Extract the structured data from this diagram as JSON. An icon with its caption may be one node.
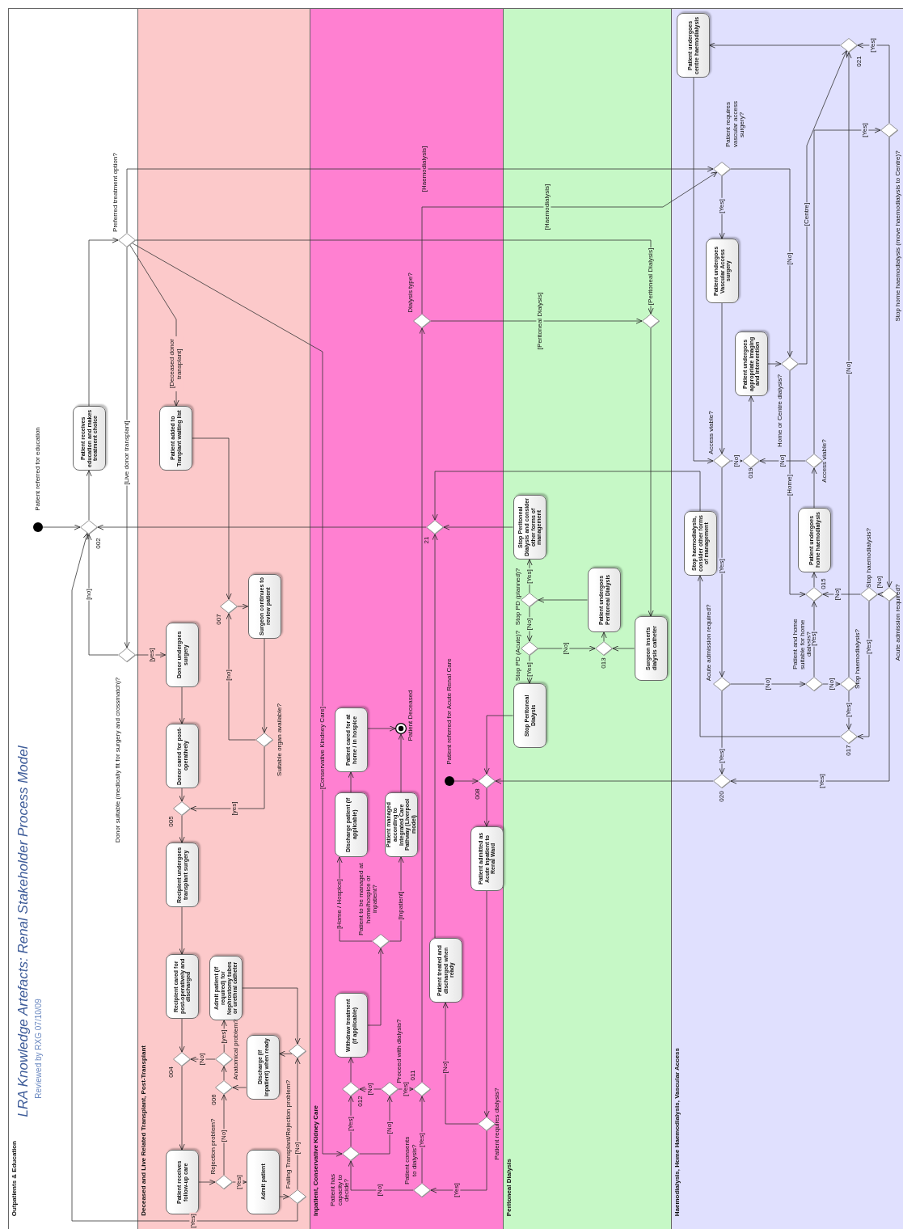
{
  "diagram": {
    "title": "LRA Knowledge Artefacts: Renal Stakeholder Process Model",
    "nodes": [
      {
        "text": [
          "Outpatients & Education"
        ]
      },
      {
        "text": [
          "Deceased and Live Related Transplant, Post-Transplant"
        ]
      },
      {
        "text": [
          "Inpatient, Conservative Kidney Care"
        ]
      },
      {
        "text": [
          "Peritoneal Dialysis"
        ]
      },
      {
        "text": [
          "Haemodialysis, Home Haemodialysis, Vascular Access"
        ]
      },
      {
        "text": [],
        "shape": "circle",
        "in": 0,
        "beside": [
          "Patient referred for education"
        ]
      },
      {
        "text": [],
        "shape": "diamond",
        "in": 0,
        "beside": [
          "002"
        ]
      },
      {
        "text": [
          "Patient receives education and makes treatment choice"
        ],
        "in": 0
      },
      {
        "text": [],
        "shape": "diamond",
        "in": 0,
        "beside": [
          "Preferred treatment option?"
        ]
      },
      {
        "text": [],
        "shape": "diamond",
        "in": 0,
        "beside": [
          "Donor suitable (medically fit for surgery and crossmatch)?"
        ]
      },
      {
        "text": [
          "Patient added to Tranplant waiting list"
        ],
        "in": 1
      },
      {
        "text": [],
        "shape": "diamond",
        "in": 1,
        "beside": [
          "007"
        ]
      },
      {
        "text": [
          "Surgeon continues to review patient"
        ],
        "in": 1
      },
      {
        "text": [
          "Donor undergoes surgery"
        ],
        "in": 1
      },
      {
        "text": [],
        "shape": "diamond",
        "in": 1,
        "beside": [
          "Suitable organ available?"
        ]
      },
      {
        "text": [
          "Donor cared for post-operatively"
        ],
        "in": 1
      },
      {
        "text": [],
        "shape": "diamond",
        "in": 1,
        "beside": [
          "005"
        ]
      },
      {
        "text": [
          "Recipient undergoes transplant surgery"
        ],
        "in": 1
      },
      {
        "text": [
          "Recipient cared for post-operatively and discharged"
        ],
        "in": 1
      },
      {
        "text": [
          "Admit patient (if required) for Nephrostomy tubes or urethral catheter"
        ],
        "in": 1
      },
      {
        "text": [],
        "shape": "diamond",
        "in": 1,
        "beside": [
          "004"
        ]
      },
      {
        "text": [],
        "shape": "diamond",
        "in": 1,
        "beside": [
          "Anatomical problem?"
        ]
      },
      {
        "text": [],
        "shape": "diamond",
        "in": 1,
        "beside": [
          "006"
        ]
      },
      {
        "text": [
          "Discharge (if inpatient) when ready"
        ],
        "in": 1
      },
      {
        "text": [],
        "shape": "diamond",
        "in": 1
      },
      {
        "text": [
          "Patient receives follow-up care"
        ],
        "in": 1
      },
      {
        "text": [],
        "shape": "diamond",
        "in": 1,
        "beside": [
          "Rejection problem?"
        ]
      },
      {
        "text": [
          "Admit patient"
        ],
        "in": 1
      },
      {
        "text": [],
        "shape": "diamond",
        "in": 1,
        "beside": [
          "Failing Transplant/Rejection problem?"
        ]
      },
      {
        "text": [
          "Patient cared for at home / in hospice"
        ],
        "in": 2
      },
      {
        "text": [],
        "shape": "bullseye",
        "in": 2,
        "beside": [
          "Patient Deceased"
        ]
      },
      {
        "text": [],
        "shape": "diamond",
        "in": 2,
        "beside": [
          "Dialysis type?"
        ]
      },
      {
        "text": [],
        "shape": "diamond",
        "in": 2,
        "beside": [
          "21"
        ]
      },
      {
        "text": [],
        "shape": "circle",
        "in": 2,
        "beside": [
          "Patient referred for Acute Renal Care"
        ]
      },
      {
        "text": [],
        "shape": "diamond",
        "in": 2,
        "beside": [
          "008"
        ]
      },
      {
        "text": [
          "Discharge patient (if applicable)"
        ],
        "in": 2
      },
      {
        "text": [
          "Patient managed according to Integrated Care Pathway (Liverpool model)"
        ],
        "in": 2
      },
      {
        "text": [
          "Patient admitted as Acute Inpatient to Renal Ward"
        ],
        "in": 2
      },
      {
        "text": [],
        "shape": "diamond",
        "in": 2,
        "beside": [
          "Patient to be managed at home/hospice or inpatient?"
        ]
      },
      {
        "text": [
          "Withdraw treatment (if applicable)"
        ],
        "in": 2
      },
      {
        "text": [
          "Patient treated and discharged when ready"
        ],
        "in": 2
      },
      {
        "text": [],
        "shape": "diamond",
        "in": 2,
        "beside": [
          "012"
        ]
      },
      {
        "text": [],
        "shape": "diamond",
        "in": 2,
        "beside": [
          "Proceed with dialysis?"
        ]
      },
      {
        "text": [],
        "shape": "diamond",
        "in": 2,
        "beside": [
          "011"
        ]
      },
      {
        "text": [],
        "shape": "diamond",
        "in": 2,
        "beside": [
          "Patient requires dialysis?"
        ]
      },
      {
        "text": [],
        "shape": "diamond",
        "in": 2,
        "beside": [
          "Patient has capacity to decide?"
        ]
      },
      {
        "text": [],
        "shape": "diamond",
        "in": 2,
        "beside": [
          "Patient consents to dialysis?"
        ]
      },
      {
        "text": [
          "Stop Peritoneal Dialysis and consider other forms of management"
        ],
        "in": 3
      },
      {
        "text": [],
        "shape": "diamond",
        "in": 3,
        "beside": [
          "Stop PD (planned)?"
        ]
      },
      {
        "text": [
          "Patient undergoes Peritoneal Dialysis"
        ],
        "in": 3
      },
      {
        "text": [],
        "shape": "diamond",
        "in": 3,
        "beside": [
          "Stop PD (Acute)?"
        ]
      },
      {
        "text": [],
        "shape": "diamond",
        "in": 3,
        "beside": [
          "013"
        ]
      },
      {
        "text": [
          "Stop Peritoneal Dialysis"
        ],
        "in": 3
      },
      {
        "text": [],
        "shape": "diamond",
        "in": 3
      },
      {
        "text": [
          "Surgeon inserts dialysis catheter"
        ],
        "in": 3
      },
      {
        "text": [
          "Patient undergoes centre haemodialysis"
        ],
        "in": 4
      },
      {
        "text": [],
        "shape": "diamond",
        "in": 4,
        "beside": [
          "021"
        ]
      },
      {
        "text": [],
        "shape": "diamond",
        "in": 4,
        "beside": [
          "Patient requires vascular access surgery?"
        ]
      },
      {
        "text": [],
        "shape": "diamond",
        "in": 4,
        "beside": [
          "Stop home haemodialysis (move haemodialysis to Centre)?"
        ]
      },
      {
        "text": [
          "Patient undergoes Vascular Access surgery"
        ],
        "in": 4
      },
      {
        "text": [
          "Patient undergoes appropriate imaging and intervention"
        ],
        "in": 4
      },
      {
        "text": [],
        "shape": "diamond",
        "in": 4,
        "beside": [
          "Home or Centre dialysis?"
        ]
      },
      {
        "text": [],
        "shape": "diamond",
        "in": 4,
        "beside": [
          "Access viable?"
        ]
      },
      {
        "text": [],
        "shape": "diamond",
        "in": 4,
        "beside": [
          "019"
        ]
      },
      {
        "text": [],
        "shape": "diamond",
        "in": 4,
        "beside": [
          "Access viable?"
        ]
      },
      {
        "text": [
          "Stop haemodialysis, consider other forms of management"
        ],
        "in": 4
      },
      {
        "text": [
          "Patient undergoes home haemodialysis"
        ],
        "in": 4
      },
      {
        "text": [],
        "shape": "diamond",
        "in": 4,
        "beside": [
          "015"
        ]
      },
      {
        "text": [],
        "shape": "diamond",
        "in": 4,
        "beside": [
          "Stop haemodialysis?"
        ]
      },
      {
        "text": [],
        "shape": "diamond",
        "in": 4,
        "beside": [
          "Acute admission required?"
        ]
      },
      {
        "text": [],
        "shape": "diamond",
        "in": 4,
        "beside": [
          "Acute admission required?"
        ]
      },
      {
        "text": [],
        "shape": "diamond",
        "in": 4,
        "beside": [
          "Patient and home suitable for home dialysis?"
        ]
      },
      {
        "text": [],
        "shape": "diamond",
        "in": 4,
        "beside": [
          "Stop haemodialysis?"
        ]
      },
      {
        "text": [],
        "shape": "diamond",
        "in": 4,
        "beside": [
          "017"
        ]
      },
      {
        "text": [],
        "shape": "diamond",
        "in": 4,
        "beside": [
          "020"
        ]
      }
    ],
    "edges": [
      {
        "from": 5,
        "to": 6,
        "arrow": "to"
      },
      {
        "from": 6,
        "to": 7,
        "arrow": "to"
      },
      {
        "from": 7,
        "to": 8,
        "arrow": "to"
      },
      {
        "from": 8,
        "to": 9,
        "arrow": "to",
        "label": "[Live donor transplant]"
      },
      {
        "from": 8,
        "to": 10,
        "arrow": "to",
        "label": "[Deceased donor transplant]"
      },
      {
        "from": 8,
        "to": 45,
        "arrow": "to",
        "label": "[Conservative Kindney Care]"
      },
      {
        "from": 8,
        "to": 57,
        "arrow": "to",
        "label": "[Haemodialysis]"
      },
      {
        "from": 8,
        "to": 53,
        "arrow": "to",
        "label": "[Peritoneal Dialysis]"
      },
      {
        "from": 9,
        "to": 13,
        "arrow": "to",
        "label": "[yes]"
      },
      {
        "from": 9,
        "to": 6,
        "arrow": "to",
        "label": "[no]"
      },
      {
        "from": 10,
        "to": 11,
        "arrow": "to"
      },
      {
        "from": 11,
        "to": 12,
        "arrow": "to"
      },
      {
        "from": 12,
        "to": 14,
        "arrow": "to"
      },
      {
        "from": 14,
        "to": 11,
        "arrow": "to",
        "label": "[no]"
      },
      {
        "from": 14,
        "to": 16,
        "arrow": "to",
        "label": "[yes]"
      },
      {
        "from": 13,
        "to": 15,
        "arrow": "to"
      },
      {
        "from": 15,
        "to": 16,
        "arrow": "to"
      },
      {
        "from": 16,
        "to": 17,
        "arrow": "to"
      },
      {
        "from": 17,
        "to": 18,
        "arrow": "to"
      },
      {
        "from": 18,
        "to": 20,
        "arrow": "to"
      },
      {
        "from": 20,
        "to": 25,
        "arrow": "to"
      },
      {
        "from": 25,
        "to": 26,
        "arrow": "to"
      },
      {
        "from": 26,
        "to": 27,
        "arrow": "to",
        "label": "[Yes]"
      },
      {
        "from": 26,
        "to": 22,
        "arrow": "to",
        "label": "[No]"
      },
      {
        "from": 27,
        "to": 28,
        "arrow": "to"
      },
      {
        "from": 28,
        "to": 24,
        "arrow": "to",
        "label": "[No]"
      },
      {
        "from": 28,
        "to": 6,
        "arrow": "to",
        "label": "[Yes]"
      },
      {
        "from": 24,
        "to": 23,
        "arrow": "to"
      },
      {
        "from": 19,
        "to": 24,
        "arrow": "to"
      },
      {
        "from": 23,
        "to": 22,
        "arrow": "to"
      },
      {
        "from": 22,
        "to": 21,
        "arrow": "to"
      },
      {
        "from": 21,
        "to": 19,
        "arrow": "to",
        "label": "[yes]"
      },
      {
        "from": 21,
        "to": 20,
        "arrow": "to",
        "label": "[No]"
      },
      {
        "from": 44,
        "to": 46,
        "arrow": "to",
        "label": "[Yes]"
      },
      {
        "from": 44,
        "to": 40,
        "arrow": "to",
        "label": "[No]"
      },
      {
        "from": 37,
        "to": 44,
        "arrow": "to"
      },
      {
        "from": 34,
        "to": 37,
        "arrow": "to"
      },
      {
        "from": 33,
        "to": 34,
        "arrow": "to"
      },
      {
        "from": 52,
        "to": 34,
        "arrow": "to"
      },
      {
        "from": 46,
        "to": 43,
        "arrow": "to",
        "label": "[Yes]"
      },
      {
        "from": 46,
        "to": 45,
        "arrow": "to",
        "label": "[No]"
      },
      {
        "from": 45,
        "to": 41,
        "arrow": "to",
        "label": "[Yes]"
      },
      {
        "from": 45,
        "to": 42,
        "arrow": "to",
        "label": "[No]"
      },
      {
        "from": 42,
        "to": 41,
        "arrow": "to",
        "label": "[No]"
      },
      {
        "from": 42,
        "to": 43,
        "arrow": "to",
        "label": "[Yes]"
      },
      {
        "from": 43,
        "to": 31,
        "arrow": "to"
      },
      {
        "from": 41,
        "to": 39,
        "arrow": "to"
      },
      {
        "from": 39,
        "to": 38,
        "arrow": "to"
      },
      {
        "from": 38,
        "to": 35,
        "arrow": "to",
        "label": "[Home / Hospice]"
      },
      {
        "from": 38,
        "to": 36,
        "arrow": "to",
        "label": "[Inpatient]"
      },
      {
        "from": 35,
        "to": 29,
        "arrow": "to"
      },
      {
        "from": 29,
        "to": 30,
        "arrow": "to"
      },
      {
        "from": 36,
        "to": 30,
        "arrow": "to"
      },
      {
        "from": 40,
        "to": 32,
        "arrow": "to"
      },
      {
        "from": 47,
        "to": 32,
        "arrow": "to"
      },
      {
        "from": 65,
        "to": 32,
        "arrow": "to"
      },
      {
        "from": 32,
        "to": 6,
        "arrow": "to"
      },
      {
        "from": 31,
        "to": 57,
        "arrow": "to",
        "label": "[Haemodialysis]"
      },
      {
        "from": 31,
        "to": 53,
        "arrow": "to",
        "label": "[Peritoneal Dialysis]"
      },
      {
        "from": 53,
        "to": 54,
        "arrow": "to"
      },
      {
        "from": 54,
        "to": 51,
        "arrow": "to"
      },
      {
        "from": 50,
        "to": 51,
        "arrow": "to",
        "label": "[No]"
      },
      {
        "from": 51,
        "to": 49,
        "arrow": "to"
      },
      {
        "from": 49,
        "to": 48,
        "arrow": "to"
      },
      {
        "from": 48,
        "to": 47,
        "arrow": "to",
        "label": "[Yes]"
      },
      {
        "from": 48,
        "to": 50,
        "arrow": "to",
        "label": "[No]"
      },
      {
        "from": 50,
        "to": 52,
        "arrow": "to",
        "label": "[Yes]"
      },
      {
        "from": 57,
        "to": 59,
        "arrow": "to",
        "label": "[Yes]"
      },
      {
        "from": 57,
        "to": 61,
        "arrow": "to",
        "label": "[No]"
      },
      {
        "from": 59,
        "to": 62,
        "arrow": "to"
      },
      {
        "from": 55,
        "to": 62,
        "arrow": "to"
      },
      {
        "from": 62,
        "to": 63,
        "arrow": "to",
        "label": "[No]"
      },
      {
        "from": 64,
        "to": 63,
        "arrow": "to",
        "label": "[No]"
      },
      {
        "from": 63,
        "to": 60,
        "arrow": "to"
      },
      {
        "from": 60,
        "to": 61,
        "arrow": "to"
      },
      {
        "from": 61,
        "to": 56,
        "arrow": "to",
        "label": "[Centre]"
      },
      {
        "from": 61,
        "to": 67,
        "arrow": "to",
        "label": "[Home]"
      },
      {
        "from": 67,
        "to": 66,
        "arrow": "to"
      },
      {
        "from": 66,
        "to": 64,
        "arrow": "to"
      },
      {
        "from": 64,
        "to": 58,
        "arrow": "to",
        "label": "[Yes]"
      },
      {
        "from": 58,
        "to": 56,
        "arrow": "to",
        "label": "[Yes]"
      },
      {
        "from": 56,
        "to": 55,
        "arrow": "to"
      },
      {
        "from": 58,
        "to": 69,
        "arrow": "to"
      },
      {
        "from": 69,
        "to": 68,
        "arrow": "to",
        "label": "[No]"
      },
      {
        "from": 68,
        "to": 67,
        "arrow": "to",
        "label": "[No]"
      },
      {
        "from": 68,
        "to": 73,
        "arrow": "to",
        "label": "[Yes]"
      },
      {
        "from": 69,
        "to": 74,
        "arrow": "to",
        "label": "[Yes]"
      },
      {
        "from": 62,
        "to": 70,
        "arrow": "to",
        "label": "[Yes]"
      },
      {
        "from": 70,
        "to": 71,
        "arrow": "to",
        "label": "[No]"
      },
      {
        "from": 70,
        "to": 74,
        "arrow": "to",
        "label": "[Yes]"
      },
      {
        "from": 71,
        "to": 67,
        "arrow": "to",
        "label": "[Yes]"
      },
      {
        "from": 71,
        "to": 72,
        "arrow": "to",
        "label": "[No]"
      },
      {
        "from": 72,
        "to": 56,
        "arrow": "to",
        "label": "[No]"
      },
      {
        "from": 72,
        "to": 73,
        "arrow": "to",
        "label": "[Yes]"
      },
      {
        "from": 73,
        "to": 65,
        "arrow": "to"
      },
      {
        "from": 74,
        "to": 34,
        "arrow": "to"
      }
    ],
    "labels": [
      "Reviewed by RXG 07/10/09"
    ]
  }
}
